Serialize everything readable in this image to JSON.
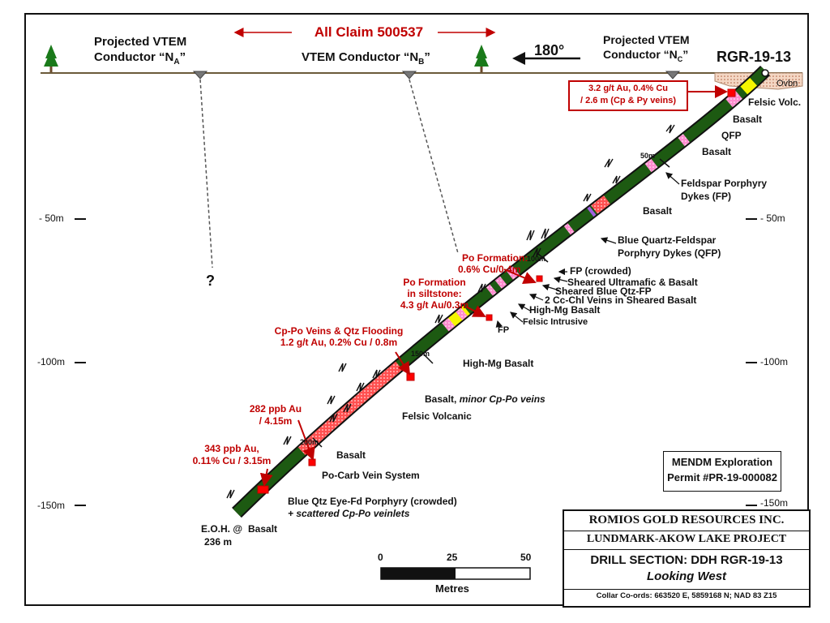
{
  "header": {
    "claim": "All Claim 500537",
    "vtem_a_line1": "Projected VTEM",
    "vtem_a_line2": "Conductor “N",
    "vtem_a_sub": "A",
    "vtem_a_end": "”",
    "vtem_b": "VTEM Conductor “N",
    "vtem_b_sub": "B",
    "vtem_b_end": "”",
    "vtem_c_line1": "Projected VTEM",
    "vtem_c_line2": "Conductor “N",
    "vtem_c_sub": "C",
    "vtem_c_end": "”",
    "azimuth": "180°",
    "hole_id": "RGR-19-13",
    "question": "?"
  },
  "depth_labels": {
    "d50": "- 50m",
    "d100": "-100m",
    "d150": "-150m"
  },
  "hole_depths": {
    "d50": "50m",
    "d100": "100m",
    "d150": "150m",
    "d200": "200m"
  },
  "rock_labels": {
    "ovbn": "Ovbn",
    "felsic_volc": "Felsic Volc.",
    "basalt1": "Basalt",
    "qfp": "QFP",
    "basalt2": "Basalt",
    "fp_dykes_1": "Feldspar Porphyry",
    "fp_dykes_2": "Dykes (FP)",
    "basalt3": "Basalt",
    "bqfp_1": "Blue Quartz-Feldspar",
    "bqfp_2": "Porphyry Dykes (QFP)",
    "fp_crowded": "FP (crowded)",
    "sheared_um": "Sheared Ultramafic & Basalt",
    "sheared_bq": "Sheared Blue Qtz-FP",
    "cc_chl": "2 Cc-Chl Veins in Sheared Basalt",
    "high_mg_1": "High-Mg Basalt",
    "felsic_intrusive": "Felsic Intrusive",
    "fp": "FP",
    "high_mg_2": "High-Mg  Basalt",
    "basalt_minor_a": "Basalt, ",
    "basalt_minor_b": "minor Cp-Po veins",
    "felsic_volcanic": "Felsic Volcanic",
    "basalt4": "Basalt",
    "po_carb": "Po-Carb Vein System",
    "blue_qtz_1": "Blue Qtz Eye-Fd  Porphyry (crowded)",
    "blue_qtz_2": "+ scattered Cp-Po veinlets",
    "basalt5": "Basalt",
    "eoh_1": "E.O.H. @",
    "eoh_2": "236 m"
  },
  "assays": {
    "top_1": "3.2 g/t Au, 0.4% Cu",
    "top_2": "/ 2.6 m (Cp & Py veins)",
    "po_form_1": "Po Formation:",
    "po_form_2": "0.6% Cu/0.4m",
    "po_silt_1": "Po Formation",
    "po_silt_2": "in siltstone:",
    "po_silt_3": "4.3 g/t Au/0.3m",
    "cppo_1": "Cp-Po Veins & Qtz Flooding",
    "cppo_2": "1.2 g/t Au, 0.2% Cu / 0.8m",
    "ppb282_1": "282 ppb Au",
    "ppb282_2": "/ 4.15m",
    "ppb343_1": "343 ppb Au,",
    "ppb343_2": "0.11% Cu / 3.15m"
  },
  "permit": {
    "line1": "MENDM Exploration",
    "line2": "Permit #PR-19-000082"
  },
  "title_block": {
    "company": "ROMIOS GOLD RESOURCES INC.",
    "project": "LUNDMARK-AKOW LAKE PROJECT",
    "section": "DRILL SECTION: DDH RGR-19-13",
    "view": "Looking West",
    "collar": "Collar Co-ords: 663520 E, 5859168 N;  NAD 83 Z15"
  },
  "scale_bar": {
    "t0": "0",
    "t25": "25",
    "t50": "50",
    "unit": "Metres"
  },
  "colors": {
    "basalt": "#1d5a12",
    "felsic": "#f5f500",
    "porphyry": "#ff80c0",
    "assay": "#c00000"
  }
}
